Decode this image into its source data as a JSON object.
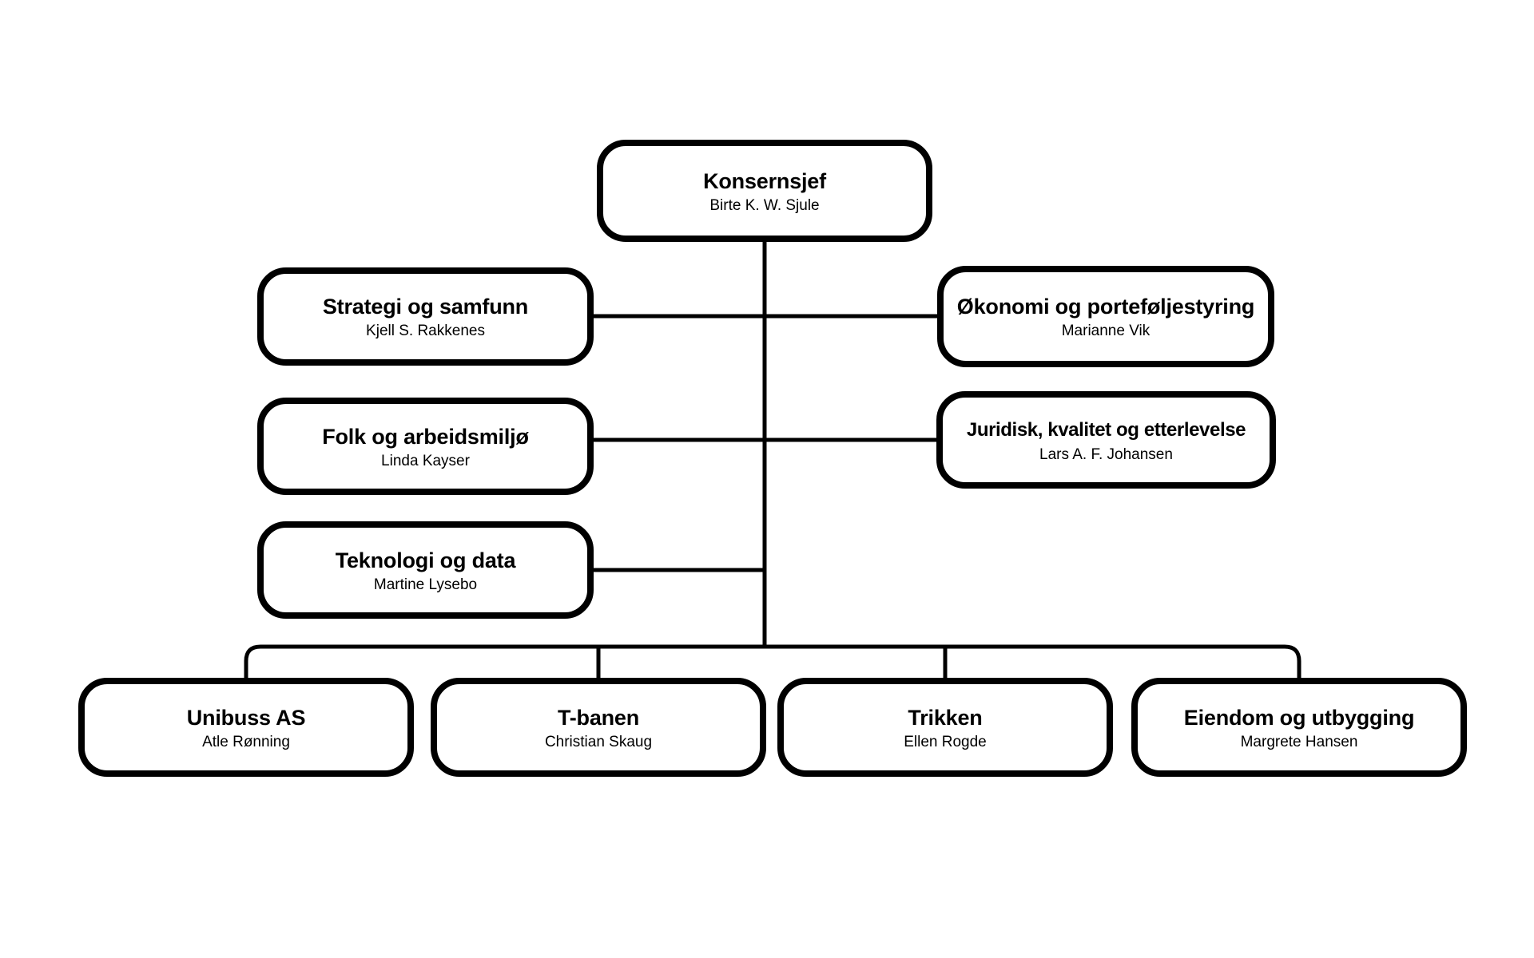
{
  "org": {
    "ceo": {
      "title": "Konsernsjef",
      "name": "Birte K. W. Sjule"
    },
    "staff": [
      {
        "title": "Strategi og samfunn",
        "name": "Kjell S. Rakkenes"
      },
      {
        "title": "Økonomi og porteføljestyring",
        "name": "Marianne Vik"
      },
      {
        "title": "Folk og arbeidsmiljø",
        "name": "Linda Kayser"
      },
      {
        "title": "Juridisk, kvalitet og etterlevelse",
        "name": "Lars A. F. Johansen"
      },
      {
        "title": "Teknologi og data",
        "name": "Martine Lysebo"
      }
    ],
    "subsidiaries": [
      {
        "title": "Unibuss AS",
        "name": "Atle Rønning"
      },
      {
        "title": "T-banen",
        "name": "Christian Skaug"
      },
      {
        "title": "Trikken",
        "name": "Ellen Rogde"
      },
      {
        "title": "Eiendom og utbygging",
        "name": "Margrete Hansen"
      }
    ],
    "colors": {
      "line": "#000000",
      "box_border": "#000000",
      "background": "#ffffff",
      "text": "#000000"
    }
  }
}
